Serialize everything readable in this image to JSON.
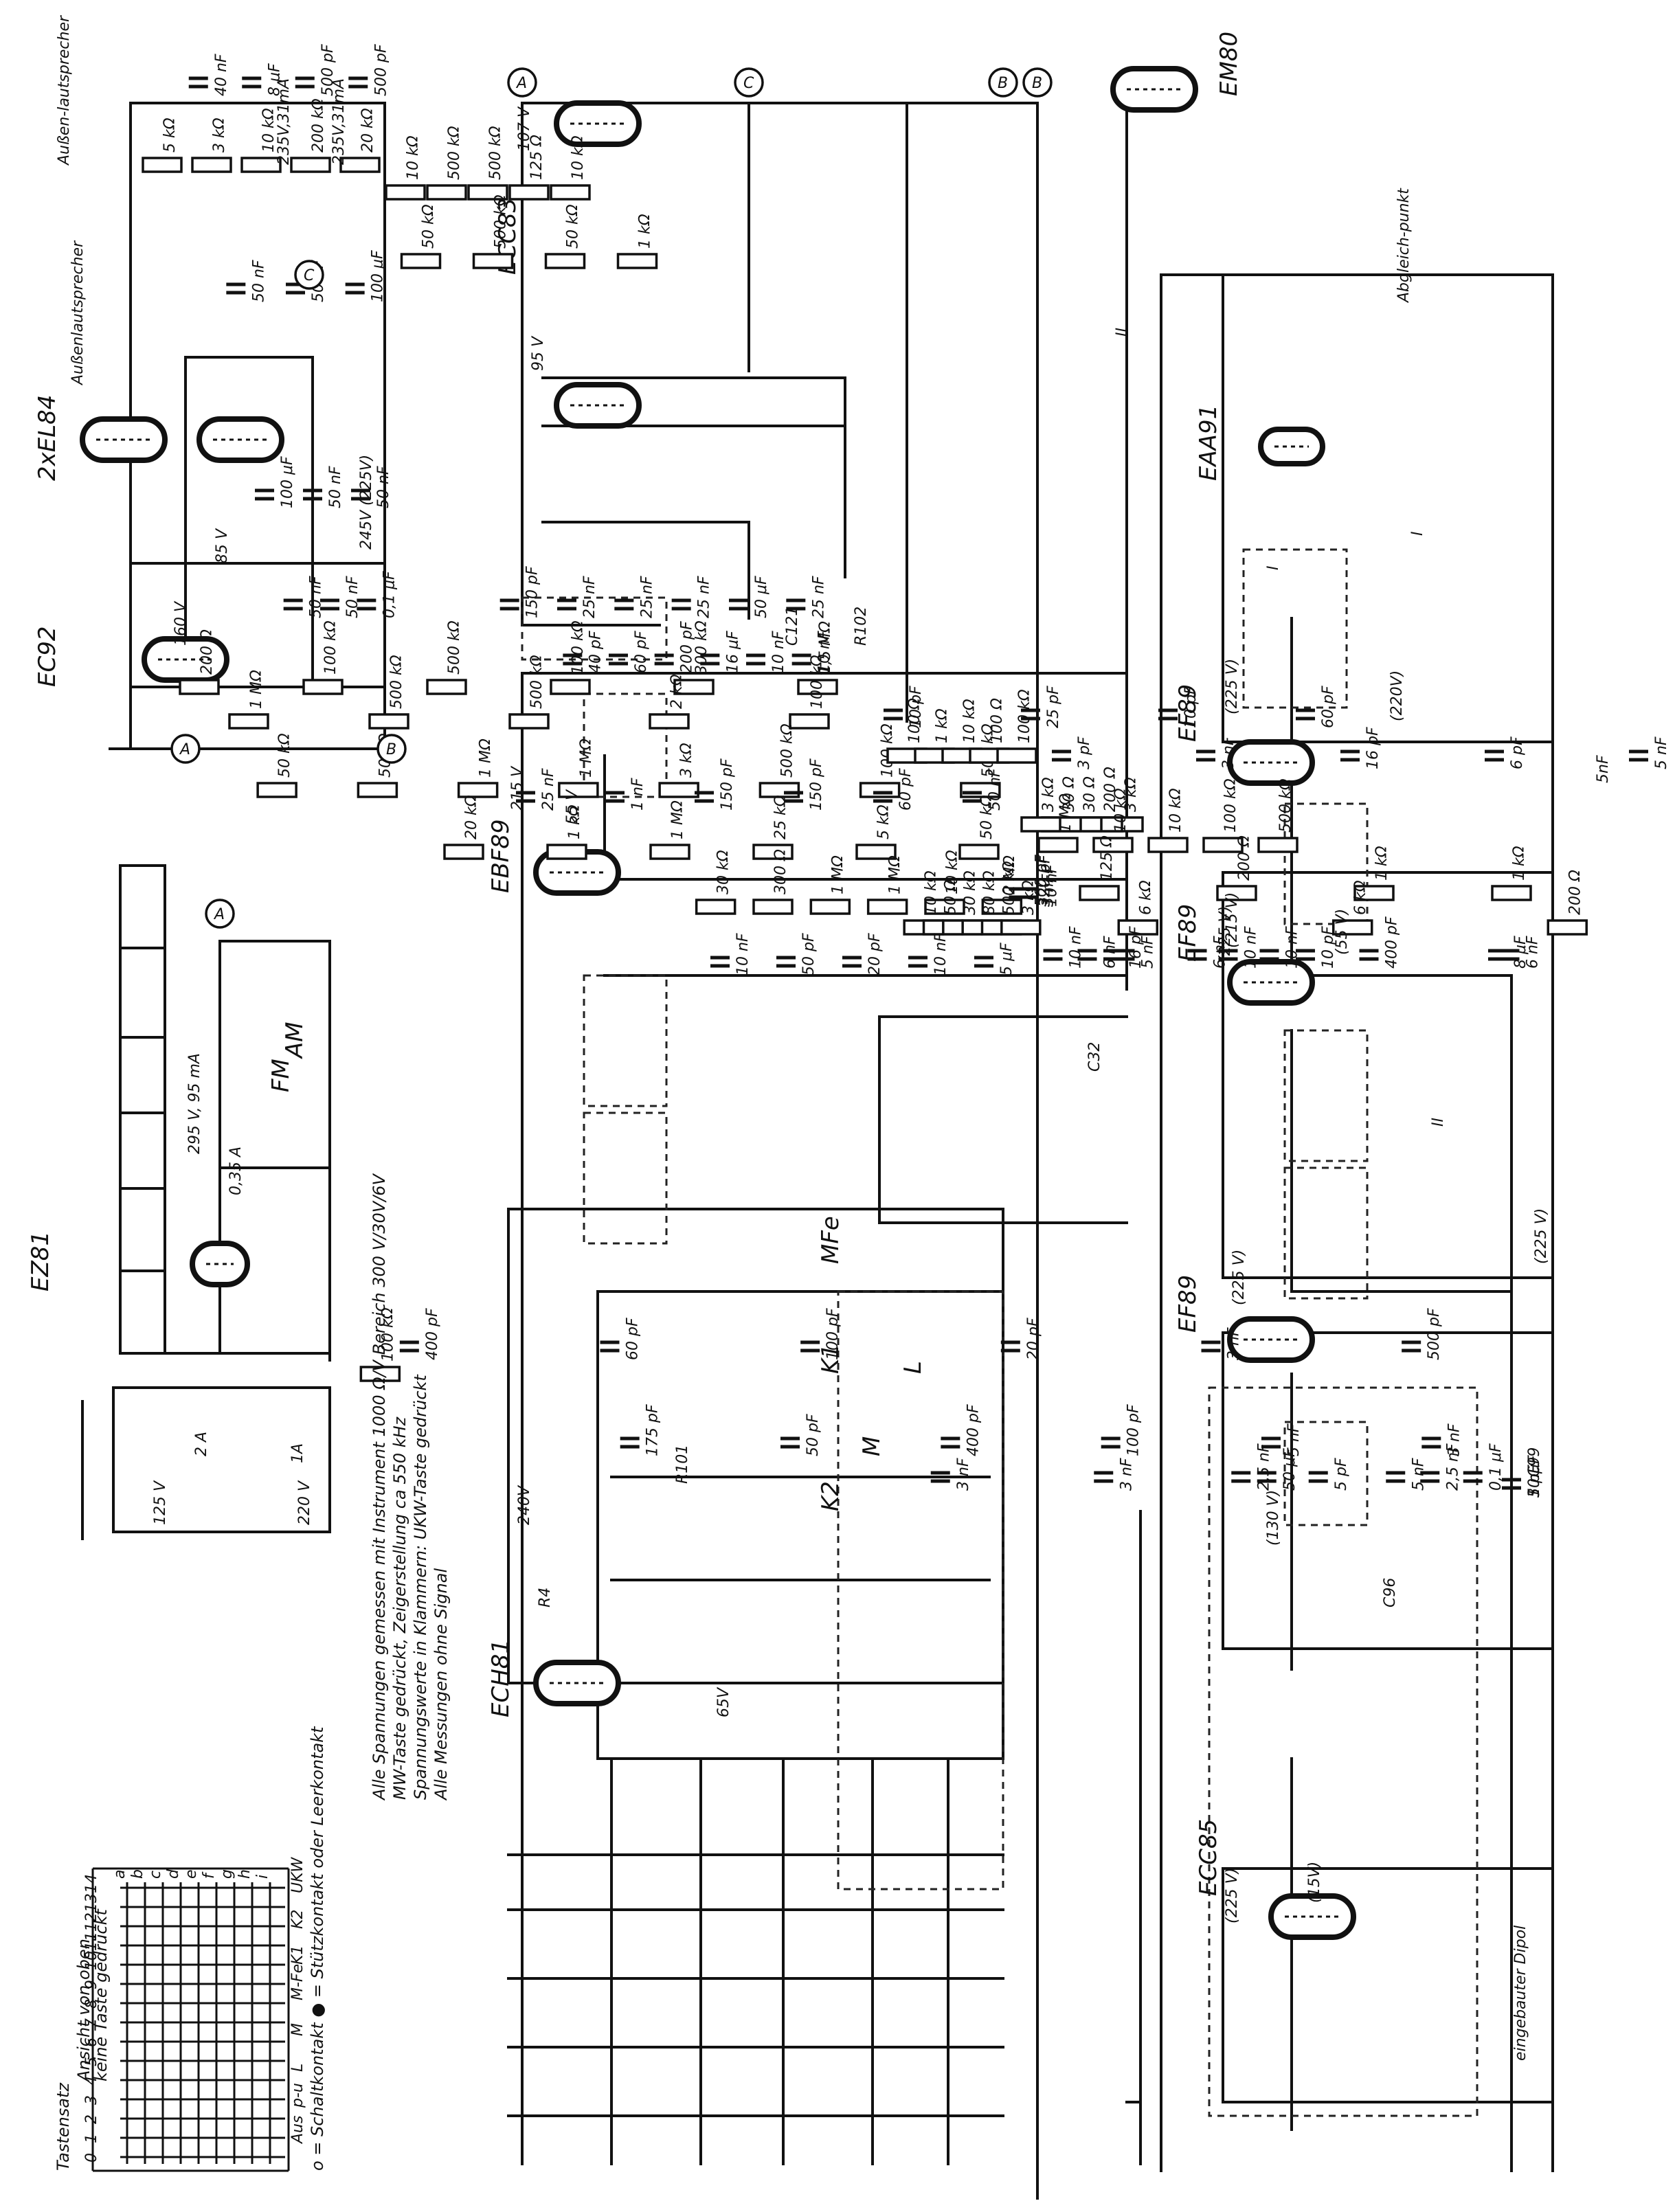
{
  "tube_labels": [
    "EC92",
    "2xEL84",
    "ECC83",
    "EM80",
    "EBF89",
    "EF89",
    "EF89",
    "EF89",
    "EAA91",
    "ECH81",
    "ECC85",
    "EZ81"
  ],
  "connectors": [
    "A",
    "B",
    "C",
    "A",
    "B",
    "C",
    "A",
    "B"
  ],
  "speaker_labels": [
    "Außen-lautsprecher",
    "Außenlautsprecher"
  ],
  "band_labels": [
    "K2",
    "K1",
    "MFe",
    "M",
    "L"
  ],
  "coil_labels": [
    "K2",
    "K1",
    "MFe",
    "M",
    "L",
    "AM",
    "FM"
  ],
  "voltages": [
    "160 V",
    "245V (225V)",
    "235V,31mA",
    "235V,31mA",
    "85 V",
    "107 V",
    "95 V",
    "215 V",
    "55 V",
    "240V",
    "65V",
    "(225 V)",
    "(225 V)",
    "(215 V)",
    "(55 V)",
    "(225 V)",
    "(130 V)",
    "(225 V)",
    "(15V)",
    "(225 V)",
    "(220V)",
    "295 V, 95 mA",
    "125 V",
    "220 V"
  ],
  "resistor_values": [
    "5 kΩ",
    "3 kΩ",
    "10 kΩ",
    "200 kΩ",
    "20 kΩ",
    "10 kΩ",
    "125 Ω",
    "500 kΩ",
    "500 kΩ",
    "10 kΩ",
    "1 kΩ",
    "50 kΩ",
    "500 kΩ",
    "50 kΩ",
    "200 Ω",
    "100 kΩ",
    "500 kΩ",
    "100 kΩ",
    "300 kΩ",
    "1,5 MΩ",
    "1 MΩ",
    "500 kΩ",
    "500 kΩ",
    "2 kΩ",
    "100 kΩ",
    "50 kΩ",
    "50 kΩ",
    "1 MΩ",
    "1 MΩ",
    "3 kΩ",
    "500 kΩ",
    "100 kΩ",
    "500 kΩ",
    "20 kΩ",
    "1 kΩ",
    "1 MΩ",
    "25 kΩ",
    "5 kΩ",
    "50 kΩ",
    "30 kΩ",
    "300 Ω",
    "1 MΩ",
    "1 MΩ",
    "10 kΩ",
    "2 MΩ",
    "10 kΩ",
    "50 Ω",
    "30 kΩ",
    "80 kΩ",
    "500 kΩ",
    "3 kΩ",
    "100 Ω",
    "1 kΩ",
    "10 kΩ",
    "100 Ω",
    "100 kΩ",
    "3 kΩ",
    "200 Ω",
    "30 Ω",
    "30 Ω",
    "3 kΩ",
    "500 kΩ",
    "100 kΩ",
    "10 kΩ",
    "10 kΩ",
    "1 MΩ",
    "1 kΩ",
    "1 kΩ",
    "200 Ω",
    "125 Ω",
    "125 Ω",
    "200 Ω",
    "6 kΩ",
    "6 kΩ",
    "100 kΩ"
  ],
  "capacitor_values": [
    "40 nF",
    "8 μF",
    "500 pF",
    "500 pF",
    "50 nF",
    "50 nF",
    "100 μF",
    "100 μF",
    "50 nF",
    "50 nF",
    "50 nF",
    "50 nF",
    "0,1 μF",
    "150 pF",
    "25 nF",
    "25 nF",
    "25 nF",
    "50 μF",
    "25 nF",
    "40 pF",
    "60 pF",
    "200 pF",
    "16 μF",
    "10 nF",
    "10 nF",
    "25 nF",
    "1 nF",
    "150 pF",
    "150 pF",
    "60 pF",
    "50 nF",
    "10 nF",
    "50 pF",
    "20 pF",
    "10 nF",
    "5 μF",
    "10 nF",
    "3 nF",
    "320 pF",
    "500 pF",
    "10 nF",
    "6 nF",
    "5 nF",
    "10 nF",
    "6 nF",
    "400 pF",
    "10 nF",
    "6 nF",
    "50 pF",
    "8 μF",
    "10 pF",
    "16 pF",
    "60 pF",
    "10 pF",
    "25 pF",
    "10 pF",
    "5 nF",
    "5 nF",
    "6 pF",
    "16 pF",
    "3 nF",
    "3 pF",
    "400 pF",
    "60 pF",
    "100 pF",
    "20 pF",
    "3 nF",
    "500 pF",
    "175 pF",
    "50 pF",
    "400 pF",
    "100 pF",
    "5 nF",
    "3 nF",
    "3 nF",
    "3 nF",
    "50 μF",
    "2,5 nF",
    "2,5 nF",
    "5 pF",
    "5 nF",
    "0,1 μF",
    "10 μF",
    "3 pF",
    "5 nF"
  ],
  "switch_table": {
    "title": "Tastensatz",
    "subtitle": "Ansicht von oben",
    "subtitle2": "keine Taste gedrückt",
    "columns": [
      "0",
      "1",
      "2",
      "3",
      "4",
      "5",
      "6",
      "7",
      "8",
      "9",
      "10",
      "11",
      "12",
      "13",
      "14"
    ],
    "rows": [
      "a",
      "b",
      "c",
      "d",
      "e",
      "f",
      "g",
      "h",
      "i"
    ],
    "keys": [
      "Aus",
      "p-u",
      "L",
      "M",
      "M-Fe",
      "K1",
      "K2",
      "UKW"
    ],
    "legend": "o = Schaltkontakt   ● = Stützkontakt oder Leerkontakt"
  },
  "notes": [
    "Alle Spannungen gemessen mit Instrument 1000 Ω/V Bereich 300 V/30V/6V",
    "MW-Taste gedrückt, Zeigerstellung ca 550 kHz",
    "Spannungswerte in Klammern: UKW-Taste gedrückt",
    "Alle Messungen ohne Signal"
  ],
  "misc_labels": [
    "Abgleich-punkt",
    "eingebauter Dipol",
    "I",
    "II",
    "I",
    "II",
    "5nF",
    "0,35 A",
    "2 A",
    "1A"
  ],
  "part_refs": [
    "C121",
    "R102",
    "R4",
    "R101",
    "C32",
    "C96",
    "C99"
  ]
}
